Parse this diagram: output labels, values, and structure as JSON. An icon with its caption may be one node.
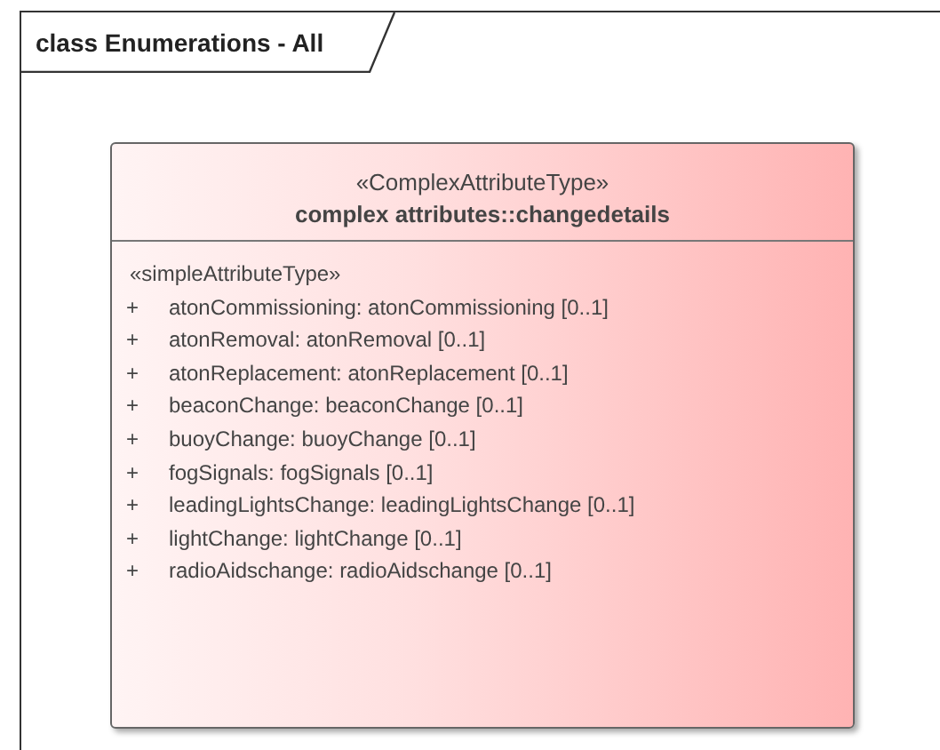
{
  "diagram": {
    "nodes": [
      {
        "text": [
          "class Enumerations - All"
        ]
      },
      {
        "text": [
          "«ComplexAttributeType»",
          "complex attributes::changedetails"
        ],
        "in": 0
      },
      {
        "text": [
          "«simpleAttributeType»",
          "atonCommissioning: atonCommissioning [0..1]",
          "atonRemoval: atonRemoval [0..1]",
          "atonReplacement: atonReplacement [0..1]",
          "beaconChange: beaconChange [0..1]",
          "buoyChange: buoyChange [0..1]",
          "fogSignals: fogSignals [0..1]",
          "leadingLightsChange: leadingLightsChange [0..1]",
          "lightChange: lightChange [0..1]",
          "radioAidschange: radioAidschange [0..1]"
        ],
        "in": 1
      }
    ],
    "labels": [
      "+",
      "+",
      "+",
      "+",
      "+",
      "+",
      "+",
      "+",
      "+"
    ]
  }
}
